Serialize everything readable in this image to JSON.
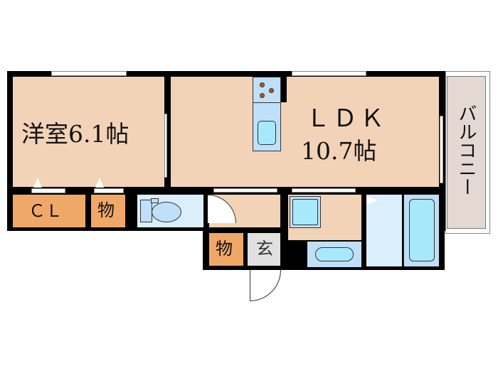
{
  "floorplan": {
    "rooms": {
      "western_room": {
        "label": "洋室6.1帖",
        "type": "洋室",
        "size_jo": "6.1"
      },
      "ldk": {
        "label_line1": "ＬＤＫ",
        "label_line2": "10.7帖",
        "size_jo": "10.7"
      },
      "balcony": {
        "label": "バルコニー"
      },
      "closet": {
        "label": "ＣＬ"
      },
      "storage1": {
        "label": "物"
      },
      "storage2": {
        "label": "物"
      },
      "entrance": {
        "label": "玄"
      }
    },
    "colors": {
      "room": "#f3d3b7",
      "storage": "#f0a868",
      "wet_area": "#dbeefb",
      "fixture": "#bfe0f8",
      "fixture_inner": "#a8e8fb",
      "balcony": "#e4d9d2",
      "wall": "#000000",
      "entrance_floor": "#e0e0e0",
      "burner": "#b35a1a"
    }
  }
}
